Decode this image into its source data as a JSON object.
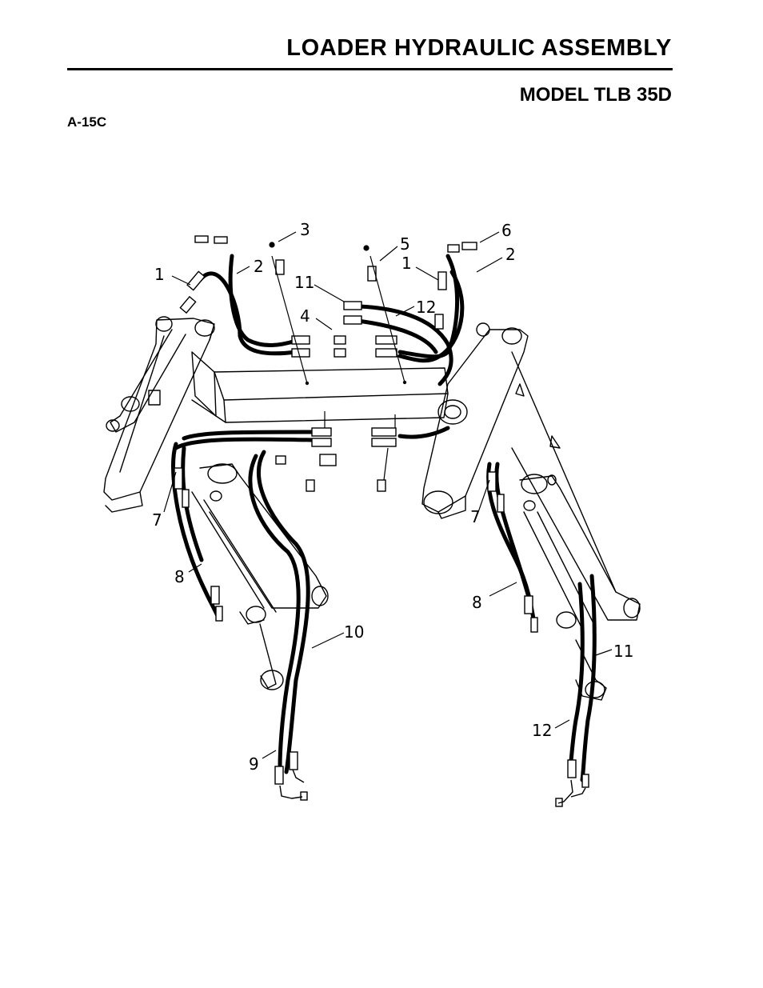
{
  "header": {
    "title": "LOADER HYDRAULIC ASSEMBLY",
    "model": "MODEL TLB 35D",
    "page_code": "A-15C"
  },
  "callouts": {
    "c1_left": "1",
    "c2_left": "2",
    "c3": "3",
    "c4": "4",
    "c5": "5",
    "c1_right": "1",
    "c6": "6",
    "c2_right": "2",
    "c11_top": "11",
    "c12_top": "12",
    "c7_left": "7",
    "c7_right": "7",
    "c8_left": "8",
    "c8_right": "8",
    "c10": "10",
    "c11_bottom": "11",
    "c12_bottom": "12",
    "c9": "9"
  }
}
